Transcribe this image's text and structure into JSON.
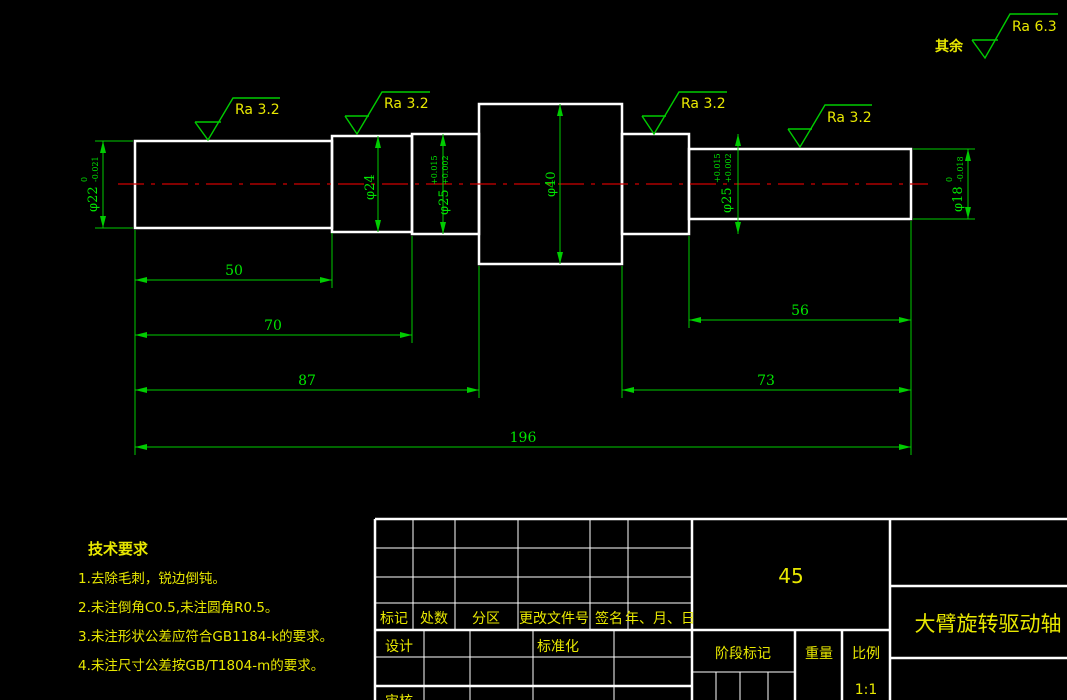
{
  "roughness": {
    "general_prefix": "其余",
    "general_value": "Ra 6.3",
    "marks": [
      "Ra 3.2",
      "Ra 3.2",
      "Ra 3.2",
      "Ra 3.2"
    ]
  },
  "diameters": {
    "d22": "φ22",
    "d22_tol_upper": "0",
    "d22_tol_lower": "-0.021",
    "d24": "φ24",
    "d25a": "φ25",
    "d25a_tol_upper": "+0.015",
    "d25a_tol_lower": "+0.002",
    "d40": "φ40",
    "d25b": "φ25",
    "d25b_tol_upper": "+0.015",
    "d25b_tol_lower": "+0.002",
    "d18": "φ18",
    "d18_tol_upper": "0",
    "d18_tol_lower": "-0.018"
  },
  "lengths": {
    "l50": "50",
    "l70": "70",
    "l87": "87",
    "l196": "196",
    "l56": "56",
    "l73": "73"
  },
  "tech_requirements": {
    "title": "技术要求",
    "items": [
      "1.去除毛刺，锐边倒钝。",
      "2.未注倒角C0.5,未注圆角R0.5。",
      "3.未注形状公差应符合GB1184-k的要求。",
      "4.未注尺寸公差按GB/T1804-m的要求。"
    ]
  },
  "title_block": {
    "material": "45",
    "part_name": "大臂旋转驱动轴",
    "headers": [
      "标记",
      "处数",
      "分区",
      "更改文件号",
      "签名",
      "年、月、日"
    ],
    "design": "设计",
    "standardization": "标准化",
    "review": "审核",
    "stage_mark": "阶段标记",
    "weight": "重量",
    "scale": "比例",
    "scale_value": "1:1"
  }
}
